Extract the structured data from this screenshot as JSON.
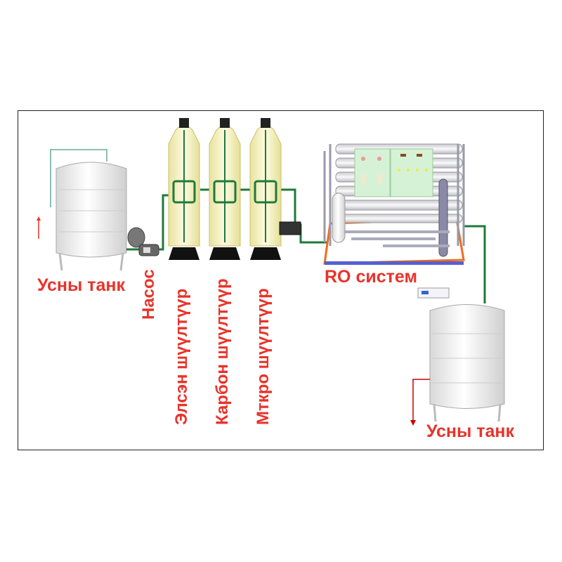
{
  "labels": {
    "source_tank": "Усны танк",
    "pump": "Насос",
    "sand_filter": "Элсэн  шүүлтүүр",
    "carbon_filter": "Карбон  шүүлтүүр",
    "micro_filter": "Мткро  шүүлтүүр",
    "ro_system": "RO  систем",
    "product_tank": "Усны  танк"
  },
  "colors": {
    "label": "#e8332a",
    "pipe": "#1e7a3a",
    "filter": "#f6f4c6",
    "frame": "#222222",
    "ro_panel": "#d6f2d6",
    "ro_base": "#f26a1b"
  }
}
